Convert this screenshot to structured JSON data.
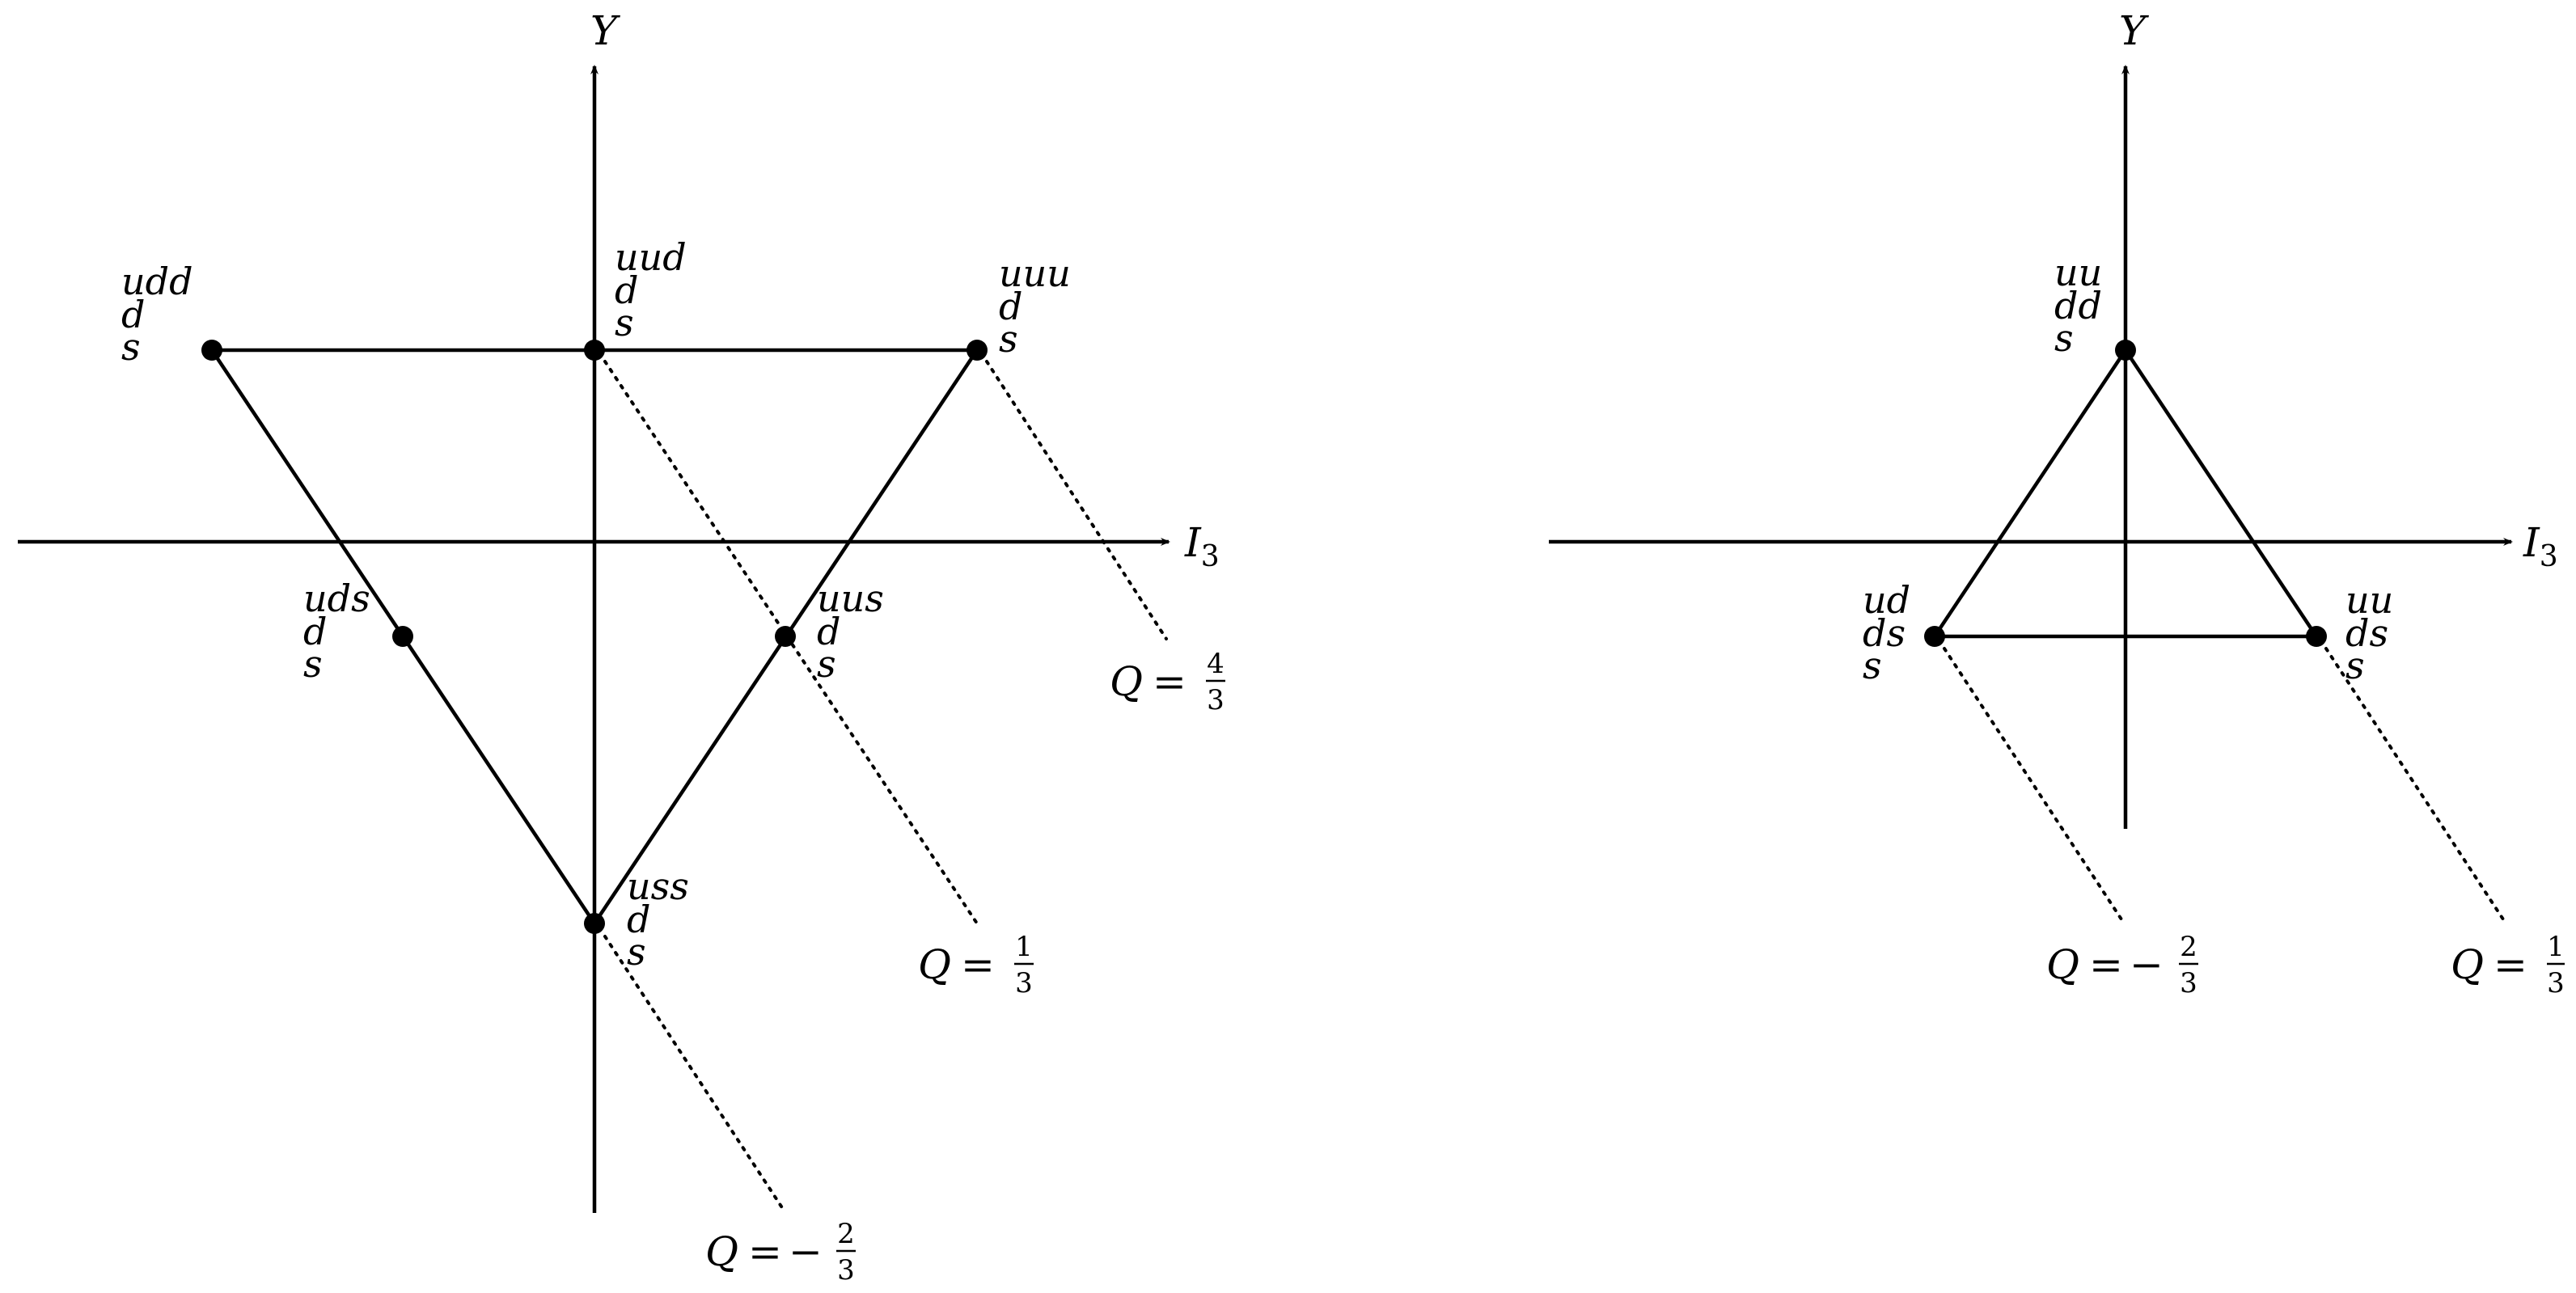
{
  "diagrams": [
    {
      "axis_labels": {
        "y": "Y",
        "x_base": "I",
        "x_sub": "3"
      },
      "states": [
        {
          "lines": [
            "udd",
            "d",
            "s"
          ]
        },
        {
          "lines": [
            "uud",
            "d",
            "s"
          ]
        },
        {
          "lines": [
            "uuu",
            "d",
            "s"
          ]
        },
        {
          "lines": [
            "uds",
            "d",
            "s"
          ]
        },
        {
          "lines": [
            "uus",
            "d",
            "s"
          ]
        },
        {
          "lines": [
            "uss",
            "d",
            "s"
          ]
        }
      ],
      "charge_lines": [
        {
          "symbol": "Q",
          "eq": "=",
          "sign": "",
          "num": "4",
          "den": "3"
        },
        {
          "symbol": "Q",
          "eq": "=",
          "sign": "",
          "num": "1",
          "den": "3"
        },
        {
          "symbol": "Q",
          "eq": "=",
          "sign": "−",
          "num": "2",
          "den": "3"
        }
      ]
    },
    {
      "axis_labels": {
        "y": "Y",
        "x_base": "I",
        "x_sub": "3"
      },
      "states": [
        {
          "lines": [
            "uu",
            "dd",
            "s"
          ]
        },
        {
          "lines": [
            "ud",
            "ds",
            "s"
          ]
        },
        {
          "lines": [
            "uu",
            "ds",
            "s"
          ]
        }
      ],
      "charge_lines": [
        {
          "symbol": "Q",
          "eq": "=",
          "sign": "−",
          "num": "2",
          "den": "3"
        },
        {
          "symbol": "Q",
          "eq": "=",
          "sign": "",
          "num": "1",
          "den": "3"
        }
      ]
    }
  ]
}
